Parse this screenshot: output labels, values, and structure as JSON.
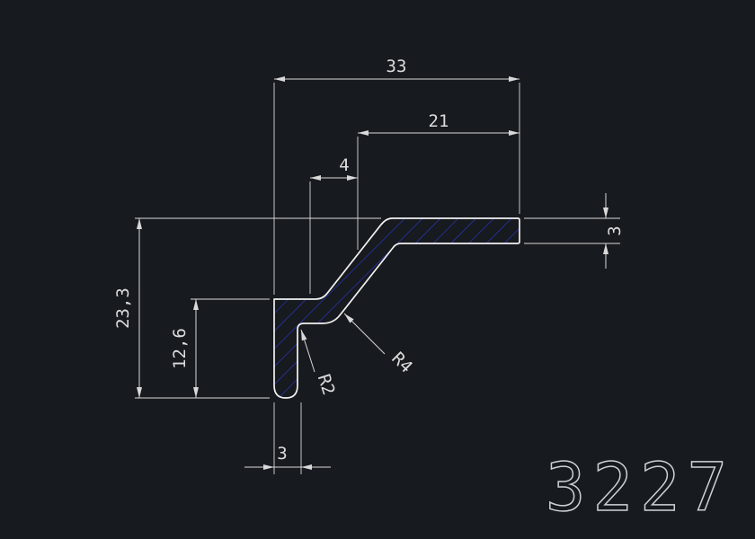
{
  "drawing": {
    "background": "#171a1e",
    "line_color": "#d9d9d9",
    "hatch_color": "#2b38c8",
    "part_number": "3227",
    "dimensions": {
      "width_total": "33",
      "width_upper_flange": "21",
      "width_slant": "4",
      "thickness_flange": "3",
      "height_total": "23,3",
      "height_leg": "12,6",
      "thickness_leg": "3",
      "radius_outer": "R4",
      "radius_inner": "R2"
    }
  }
}
